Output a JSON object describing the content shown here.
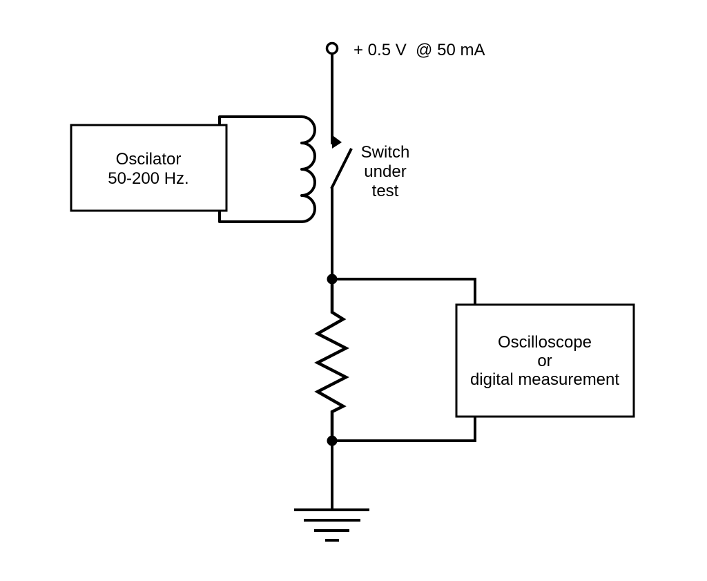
{
  "colors": {
    "line": "#000000",
    "background": "#ffffff"
  },
  "diagram": {
    "supply": {
      "label": "+ 0.5 V  @ 50 mA"
    },
    "oscillator": {
      "line1": "Oscilator",
      "line2": "50-200 Hz."
    },
    "switch": {
      "line1": "Switch",
      "line2": "under",
      "line3": "test"
    },
    "scope": {
      "line1": "Oscilloscope",
      "line2": "or",
      "line3": "digital measurement"
    }
  }
}
